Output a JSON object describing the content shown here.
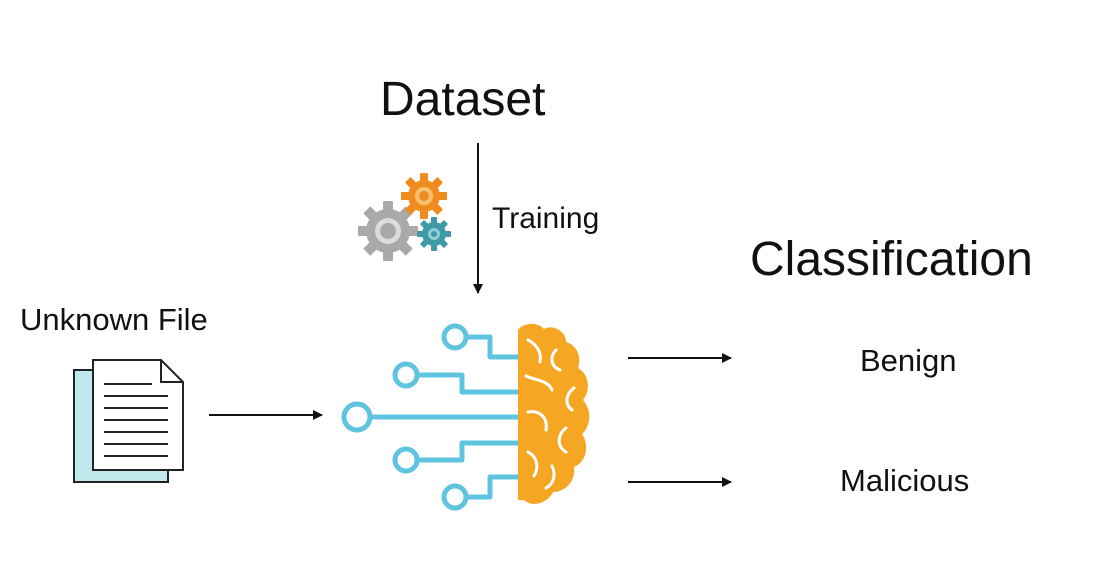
{
  "diagram": {
    "dataset_label": "Dataset",
    "training_label": "Training",
    "classification_label": "Classification",
    "input_label": "Unknown File",
    "outputs": [
      "Benign",
      "Malicious"
    ]
  },
  "colors": {
    "brain": "#f5a623",
    "circuit": "#5ec4df",
    "document_back": "#bfe8ec",
    "gear_large": "#a9a9a9",
    "gear_orange": "#ef8c1f",
    "gear_teal": "#3e9aa6",
    "arrow": "#111111"
  },
  "icons": [
    "gears-icon",
    "document-icon",
    "brain-circuit-icon"
  ]
}
